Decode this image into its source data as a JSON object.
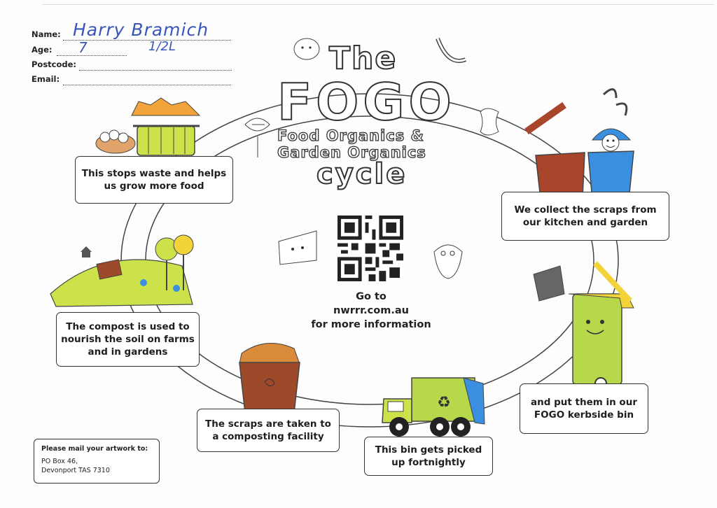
{
  "form": {
    "name_label": "Name:",
    "age_label": "Age:",
    "postcode_label": "Postcode:",
    "email_label": "Email:",
    "name_value": "Harry Bramich",
    "age_value": "7",
    "class_value": "1/2L"
  },
  "title": {
    "the": "The",
    "fogo": "FOGO",
    "line1": "Food Organics &",
    "line2": "Garden Organics",
    "cycle": "cycle"
  },
  "steps": [
    {
      "text": "We collect the scraps from our kitchen and garden"
    },
    {
      "text": "and put them in our FOGO kerbside bin"
    },
    {
      "text": "This bin gets picked up fortnightly"
    },
    {
      "text": "The scraps are taken to a composting facility"
    },
    {
      "text": "The compost is used to nourish the soil on farms and in gardens"
    },
    {
      "text": "This stops waste and helps us grow more food"
    }
  ],
  "center": {
    "go_to": "Go to",
    "url": "nwrrr.com.au",
    "more": "for more information"
  },
  "mail": {
    "heading": "Please mail your artwork to:",
    "line1": "PO Box 46,",
    "line2": "Devonport TAS 7310"
  },
  "icons": [
    "lemon-icon",
    "banana-icon",
    "fish-bone-icon",
    "wheat-icon",
    "apple-core-icon",
    "shrimp-icon",
    "cheese-icon",
    "strawberry-icon",
    "recycle-icon",
    "qr-code-icon"
  ],
  "colors": {
    "bin_green": "#b6d84a",
    "bin_lid_yellow": "#f2d43a",
    "caddy_blue": "#3b8fe0",
    "compost_brown": "#9c4a2a",
    "ink": "#333333",
    "crayon_orange": "#e8893a"
  }
}
